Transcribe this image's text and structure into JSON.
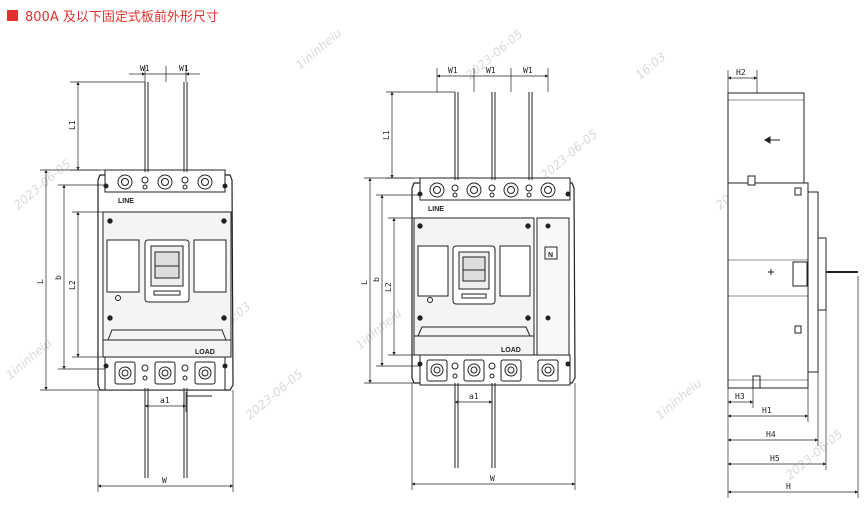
{
  "header": {
    "title": "800A 及以下固定式板前外形尺寸",
    "accent_color": "#e3312d"
  },
  "front_view_3p": {
    "terminal_top": "LINE",
    "terminal_bottom": "LOAD",
    "dims": {
      "w1a": "W1",
      "w1b": "W1",
      "l1": "L1",
      "l2": "L2",
      "l": "L",
      "b": "b",
      "a1": "a1",
      "w": "W"
    }
  },
  "front_view_4p": {
    "terminal_top": "LINE",
    "terminal_bottom": "LOAD",
    "neutral_label": "N",
    "dims": {
      "w1a": "W1",
      "w1b": "W1",
      "w1c": "W1",
      "l1": "L1",
      "l2": "L2",
      "l": "L",
      "b": "b",
      "a1": "a1",
      "w": "W"
    }
  },
  "side_view": {
    "dims": {
      "h2": "H2",
      "h3": "H3",
      "h1": "H1",
      "h4": "H4",
      "h5": "H5",
      "h": "H"
    }
  },
  "watermarks": [
    "2023-06-05",
    "16:03",
    "1ininheiu"
  ]
}
